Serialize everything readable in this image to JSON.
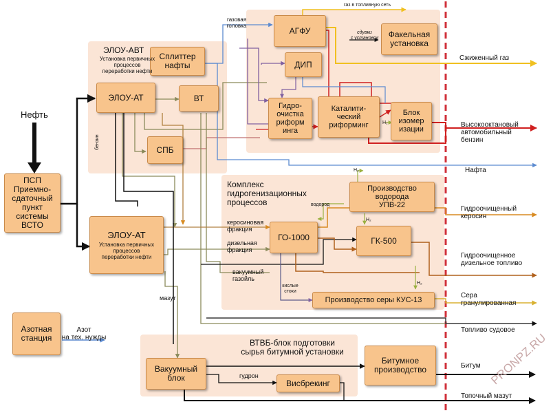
{
  "input": {
    "oil": "Нефть"
  },
  "regions": {
    "elou_avt_title": "ЭЛОУ-АВТ",
    "elou_avt_sub": "Установка первичных\nпроцессов\nпереработки нефти",
    "hydro_title": "Комплекс\nгидрогенизационных\nпроцессов",
    "vtvb_title": "ВТВБ-блок подготовки\nсырья битумной установки"
  },
  "boxes": {
    "psp": "ПСП\nПриемно-\nсдаточный\nпункт системы\nВСТО",
    "splitter": "Сплиттер\nнафты",
    "elou_at_1": "ЭЛОУ-АТ",
    "vt": "ВТ",
    "spb": "СПБ",
    "elou_at_2_title": "ЭЛОУ-АТ",
    "elou_at_2_sub": "Установка первичных\nпроцессов\nпереработки нефти",
    "agfu": "АГФУ",
    "fakel": "Факельная\nустановка",
    "dip": "ДИП",
    "hydrotreat_reform": "Гидро-\nочистка\nриформ\nинга",
    "cat_reform": "Каталити-\nческий\nриформинг",
    "isomer": "Блок\nизомер\nизации",
    "upv22": "Производство водорода\nУПВ-22",
    "go1000": "ГО-1000",
    "gk500": "ГК-500",
    "kus13": "Производство серы КУС-13",
    "nitrogen": "Азотная\nстанция",
    "vacuum": "Вакуумный\nблок",
    "visbreaking": "Висбрекинг",
    "bitumen_prod": "Битумное\nпроизводство"
  },
  "labels": {
    "gas_head": "газовая\nголовка",
    "gas_to_fuel": "газ в топливную сеть",
    "blowdown": "сдувки\nс установок",
    "benzin": "бензин",
    "h2_a": "H₂",
    "h2_b": "H₂",
    "h2_c": "H₂",
    "h2_d": "H₂",
    "hydrogen": "водород",
    "kerosene_frac": "керосиновая\nфракция",
    "diesel_frac": "дизельная\nфракция",
    "vac_gasoil": "вакуумный\nгазойль",
    "sour_water": "кислые\nстоки",
    "mazut": "мазут",
    "gudron": "гудрон",
    "nitrogen_out": "Азот\nна тех. нужды"
  },
  "products": {
    "lpg": "Сжиженный газ",
    "gasoline": "Высокооктановый\nавтомобильный\nбензин",
    "naphtha": "Нафта",
    "kerosene": "Гидроочищенный\nкеросин",
    "diesel": "Гидроочищенное\nдизельное топливо",
    "sulfur": "Сера\nгранулированная",
    "marine_fuel": "Топливо судовое",
    "bitumen": "Битум",
    "fuel_oil": "Топочный мазут"
  },
  "watermark": "PRONPZ.RU",
  "colors": {
    "box_fill": "#f8c48c",
    "region_fill": "#fbe5d6",
    "boundary": "#d0303a",
    "lpg": "#f0c020",
    "gasoline": "#d02020",
    "naphtha": "#5b8ad0",
    "kerosene": "#d88a20",
    "diesel": "#b0601c",
    "sulfur": "#d8b030",
    "marine": "#3a3a3a",
    "fuel_oil": "#222222",
    "nitrogen": "#5b8ad0"
  }
}
